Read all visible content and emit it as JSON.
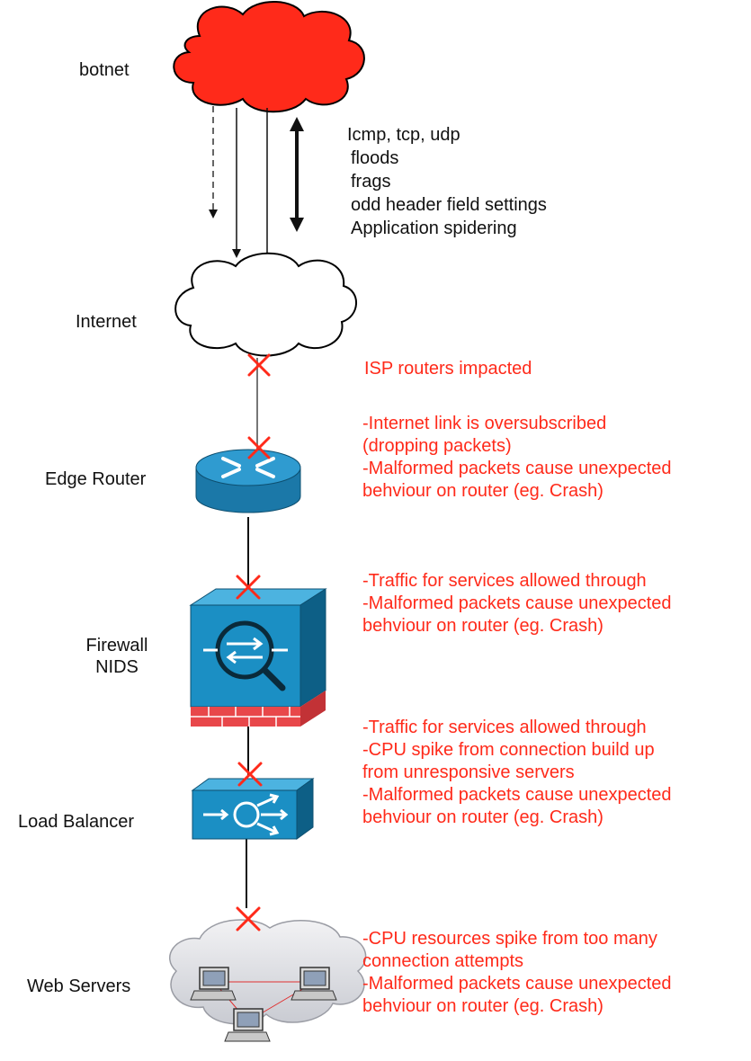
{
  "nodes": {
    "botnet": "botnet",
    "internet": "Internet",
    "edge_router": "Edge Router",
    "firewall_line1": "Firewall",
    "firewall_line2": "NIDS",
    "load_balancer": "Load Balancer",
    "web_servers": "Web Servers"
  },
  "attack_types": [
    "Icmp, tcp, udp",
    "floods",
    "frags",
    "odd header field settings",
    "Application spidering"
  ],
  "impacts": {
    "isp": [
      "ISP routers impacted"
    ],
    "edge_router": [
      "-Internet link is oversubscribed",
      "(dropping packets)",
      "-Malformed packets cause unexpected",
      "behviour on router (eg. Crash)"
    ],
    "firewall": [
      "-Traffic for services allowed through",
      "-Malformed packets cause unexpected",
      "behviour on router (eg. Crash)"
    ],
    "load_balancer": [
      "-Traffic for services allowed through",
      "-CPU spike from connection build up",
      "from unresponsive servers",
      "-Malformed packets cause unexpected",
      "behviour on router (eg. Crash)"
    ],
    "web_servers": [
      "-CPU resources spike from too many",
      "connection attempts",
      "-Malformed packets cause unexpected",
      "behviour on router (eg. Crash)"
    ]
  },
  "colors": {
    "botnet_cloud": "#ff2a1a",
    "impact_text": "#ff2a1a",
    "device_blue": "#1b8fc4",
    "device_dark": "#0d5f86",
    "brick": "#e8474a",
    "mark_x": "#ff2a1a"
  },
  "icons": {
    "botnet": "red-cloud-icon",
    "internet": "cloud-icon",
    "edge_router": "router-icon",
    "firewall": "firewall-icon",
    "load_balancer": "load-balancer-icon",
    "web_servers": "server-cluster-icon",
    "impact": "x-mark-icon"
  }
}
